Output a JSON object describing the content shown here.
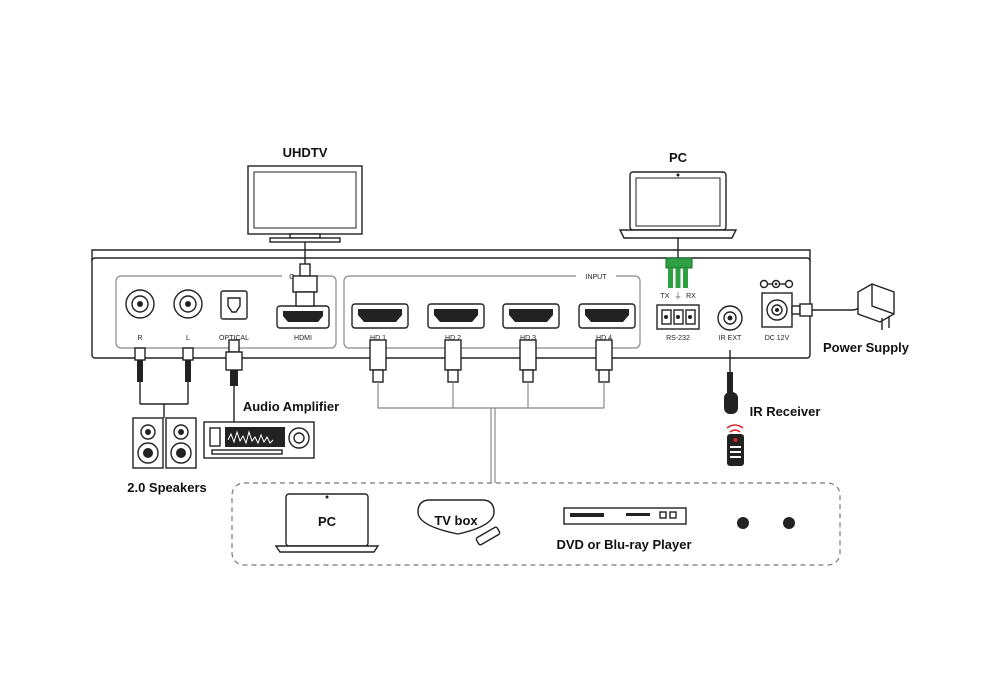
{
  "labels": {
    "uhdtv": "UHDTV",
    "pc_top": "PC",
    "power_supply": "Power Supply",
    "audio_amplifier": "Audio Amplifier",
    "ir_receiver": "IR Receiver",
    "speakers": "2.0 Speakers",
    "pc_source": "PC",
    "tv_box": "TV box",
    "dvd_player": "DVD or Blu-ray Player"
  },
  "panel": {
    "output_group": "O",
    "input_group": "INPUT",
    "ports": {
      "r": "R",
      "l": "L",
      "optical": "OPTICAL",
      "hdmi_out": "HDMI",
      "hd1": "HD 1",
      "hd2": "HD 2",
      "hd3": "HD 3",
      "hd4": "HD 4",
      "rs232": "RS-232",
      "tx": "TX",
      "rx": "RX",
      "ir_ext": "IR EXT",
      "dc12v": "DC 12V"
    }
  },
  "colors": {
    "line": "#222222",
    "terminal_green": "#2ea043",
    "remote_red": "#d9262c"
  }
}
